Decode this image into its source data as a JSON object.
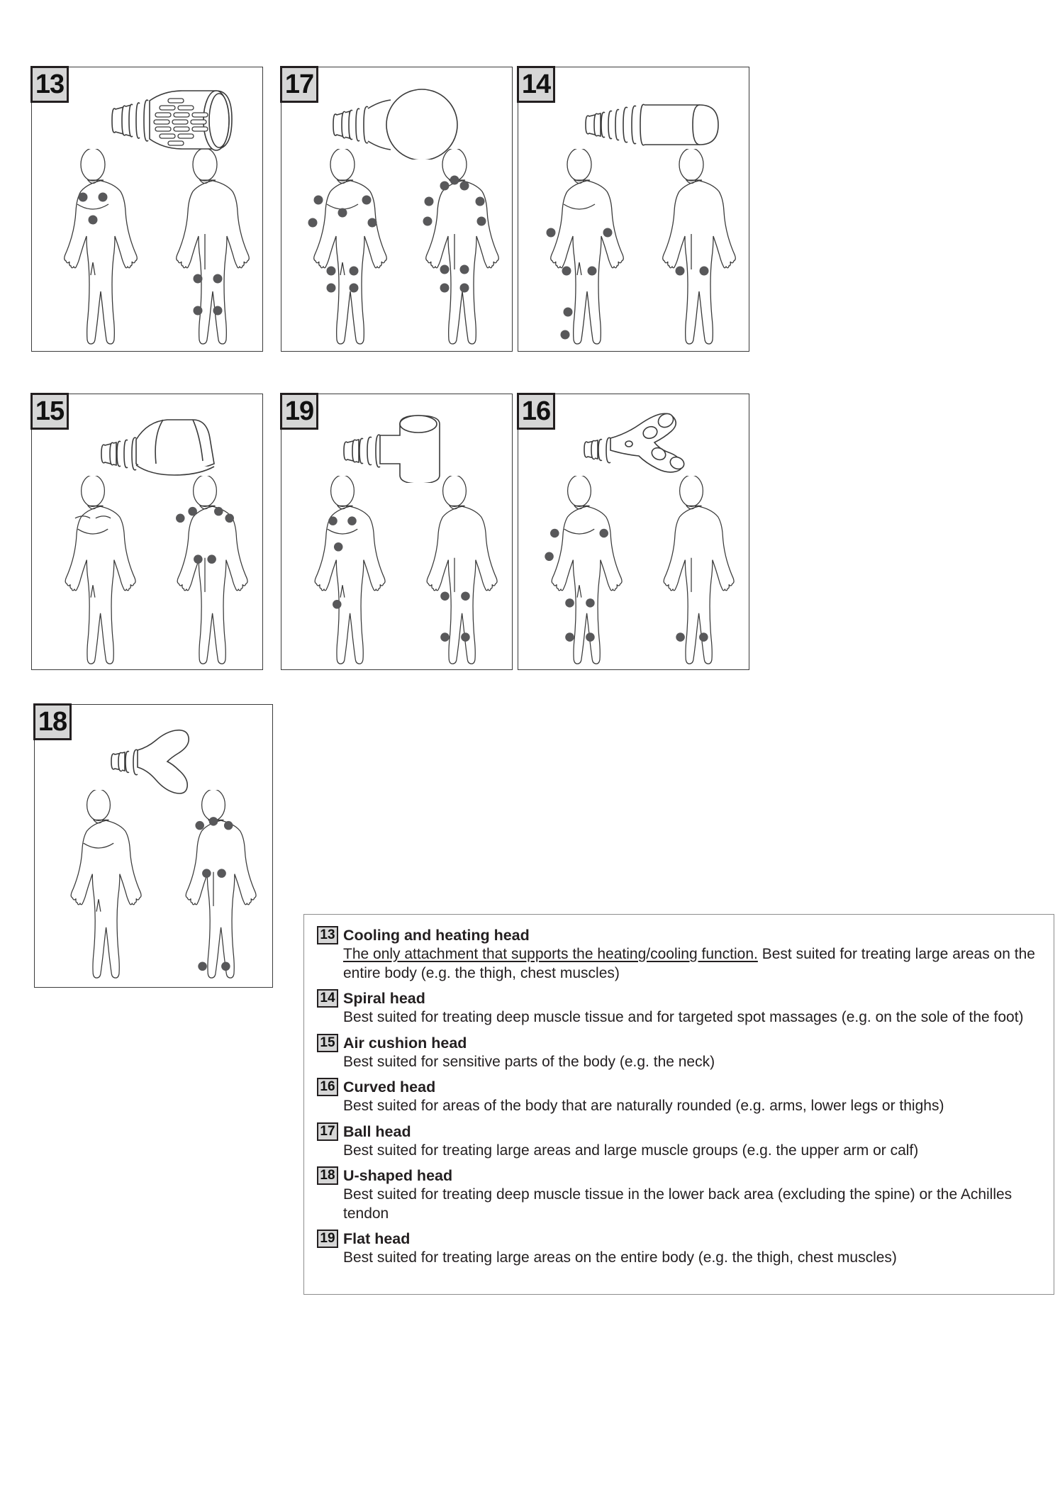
{
  "document": {
    "type": "massage-gun-attachment-head-guide"
  },
  "panels": [
    {
      "number": "13",
      "head_icon": "cooling-heating-head",
      "front_dots": [
        [
          50,
          30
        ],
        [
          78,
          30
        ],
        [
          64,
          62
        ]
      ],
      "back_dots": [
        [
          58,
          92
        ],
        [
          90,
          92
        ],
        [
          57,
          128
        ],
        [
          89,
          128
        ]
      ]
    },
    {
      "number": "17",
      "head_icon": "ball-head",
      "front_dots": [
        [
          30,
          28
        ],
        [
          98,
          28
        ],
        [
          22,
          56
        ],
        [
          106,
          56
        ],
        [
          64,
          40
        ],
        [
          45,
          92
        ],
        [
          83,
          92
        ],
        [
          45,
          126
        ],
        [
          83,
          126
        ]
      ],
      "back_dots": [
        [
          52,
          10
        ],
        [
          76,
          10
        ],
        [
          62,
          4
        ],
        [
          24,
          30
        ],
        [
          104,
          30
        ],
        [
          30,
          52
        ],
        [
          98,
          52
        ],
        [
          50,
          92
        ],
        [
          78,
          92
        ],
        [
          52,
          124
        ],
        [
          76,
          124
        ]
      ]
    },
    {
      "number": "14",
      "head_icon": "spiral-head",
      "front_dots": [
        [
          22,
          44
        ],
        [
          64,
          48
        ],
        [
          106,
          44
        ],
        [
          46,
          92
        ],
        [
          82,
          92
        ],
        [
          38,
          138
        ],
        [
          46,
          168
        ]
      ],
      "back_dots": [
        [
          46,
          92
        ],
        [
          82,
          92
        ]
      ]
    },
    {
      "number": "15",
      "head_icon": "air-cushion-head",
      "front_dots": [],
      "back_dots": [
        [
          44,
          8
        ],
        [
          84,
          8
        ],
        [
          30,
          18
        ],
        [
          98,
          18
        ],
        [
          56,
          66
        ],
        [
          72,
          66
        ]
      ]
    },
    {
      "number": "19",
      "head_icon": "flat-head",
      "front_dots": [
        [
          50,
          26
        ],
        [
          78,
          26
        ],
        [
          58,
          62
        ],
        [
          54,
          108
        ],
        [
          62,
          150
        ]
      ],
      "back_dots": [
        [
          50,
          92
        ],
        [
          78,
          92
        ],
        [
          50,
          140
        ],
        [
          78,
          140
        ]
      ]
    },
    {
      "number": "16",
      "head_icon": "curved-head",
      "front_dots": [
        [
          28,
          40
        ],
        [
          100,
          40
        ],
        [
          20,
          70
        ],
        [
          62,
          110
        ],
        [
          88,
          110
        ],
        [
          46,
          150
        ],
        [
          78,
          150
        ]
      ],
      "back_dots": [
        [
          46,
          150
        ],
        [
          82,
          150
        ]
      ]
    },
    {
      "number": "18",
      "head_icon": "u-shaped-head",
      "front_dots": [],
      "back_dots": [
        [
          42,
          10
        ],
        [
          64,
          6
        ],
        [
          86,
          10
        ],
        [
          56,
          56
        ],
        [
          76,
          56
        ],
        [
          48,
          142
        ],
        [
          82,
          142
        ]
      ]
    }
  ],
  "legend": {
    "entries": [
      {
        "number": "13",
        "title": "Cooling and heating head",
        "underlined": "The only attachment that supports the heating/cooling function.",
        "body": " Best suited for treating large areas on the entire body (e.g. the thigh, chest muscles)"
      },
      {
        "number": "14",
        "title": "Spiral head",
        "underlined": "",
        "body": "Best suited for treating deep muscle tissue and for targeted spot massages (e.g. on the sole of the foot)"
      },
      {
        "number": "15",
        "title": "Air cushion head",
        "underlined": "",
        "body": "Best suited for sensitive parts of the body (e.g. the neck)"
      },
      {
        "number": "16",
        "title": "Curved head",
        "underlined": "",
        "body": "Best suited for areas of the body that are naturally rounded (e.g. arms, lower legs or thighs)"
      },
      {
        "number": "17",
        "title": "Ball head",
        "underlined": "",
        "body": "Best suited for treating large areas and large muscle groups (e.g. the upper arm or calf)"
      },
      {
        "number": "18",
        "title": "U-shaped head",
        "underlined": "",
        "body": "Best suited for treating deep muscle tissue in the lower back area (excluding the spine) or the Achilles tendon"
      },
      {
        "number": "19",
        "title": "Flat head",
        "underlined": "",
        "body": "Best suited for treating large areas on the entire body (e.g. the thigh, chest muscles)"
      }
    ]
  },
  "colors": {
    "badge_fill": "#d6d6d6",
    "badge_border": "#231f20",
    "dot": "#58585a",
    "panel_border": "#3a3a3a",
    "text": "#231f20"
  }
}
